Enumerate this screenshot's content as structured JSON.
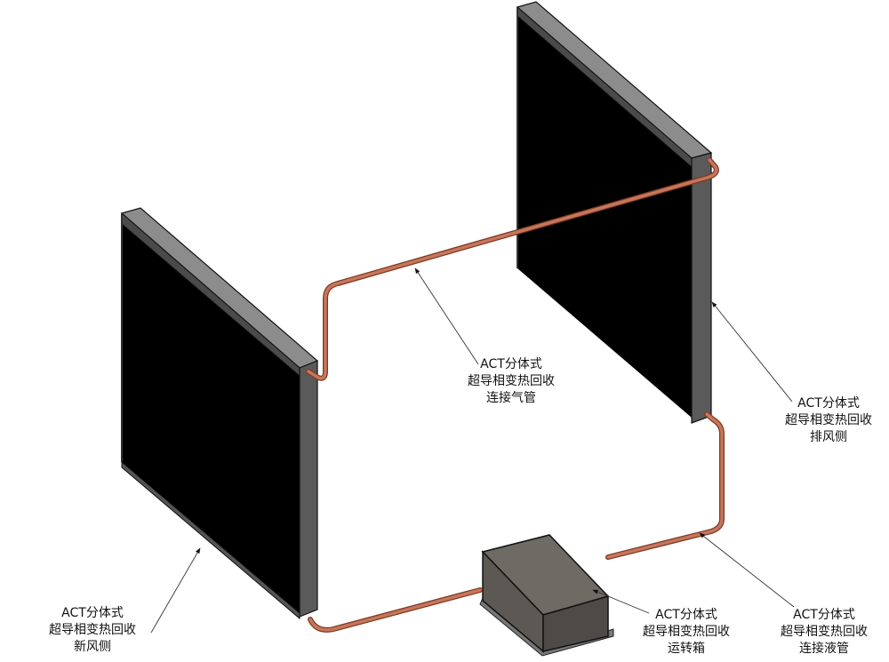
{
  "diagram": {
    "type": "isometric-system-schematic",
    "colors": {
      "panel_face": "#000000",
      "frame": "#5a5a5a",
      "frame_light": "#8c8c8c",
      "frame_dark": "#3e3e3e",
      "pipe": "#c8765a",
      "pipe_dark": "#7a3a26",
      "box_top": "#6e6a64",
      "box_front": "#4e4b47",
      "box_side": "#5c5955",
      "leader": "#333333"
    },
    "components": [
      {
        "id": "fresh-air-side",
        "name": "新风侧 panel"
      },
      {
        "id": "exhaust-side",
        "name": "排风侧 panel"
      },
      {
        "id": "gas-pipe",
        "name": "连接气管"
      },
      {
        "id": "liquid-pipe",
        "name": "连接液管"
      },
      {
        "id": "operating-box",
        "name": "运转箱"
      }
    ],
    "callouts": {
      "gas_pipe": {
        "line1": "ACT分体式",
        "line2": "超导相变热回收",
        "line3": "连接气管"
      },
      "exhaust_side": {
        "line1": "ACT分体式",
        "line2": "超导相变热回收",
        "line3": "排风侧"
      },
      "fresh_air_side": {
        "line1": "ACT分体式",
        "line2": "超导相变热回收",
        "line3": "新风侧"
      },
      "operating_box": {
        "line1": "ACT分体式",
        "line2": "超导相变热回收",
        "line3": "运转箱"
      },
      "liquid_pipe": {
        "line1": "ACT分体式",
        "line2": "超导相变热回收",
        "line3": "连接液管"
      }
    }
  }
}
